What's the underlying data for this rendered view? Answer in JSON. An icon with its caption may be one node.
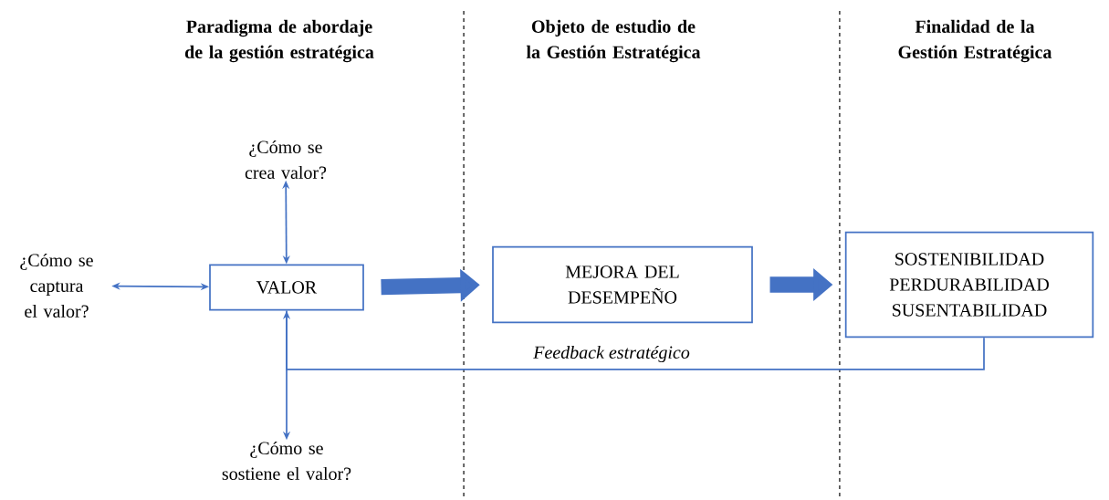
{
  "diagram": {
    "nodes": [
      {
        "text": [
          "¿Cómo se crea valor?"
        ]
      },
      {
        "text": [
          "¿Cómo se captura el valor?"
        ]
      },
      {
        "text": [
          "VALOR"
        ]
      },
      {
        "text": [
          "MEJORA DEL DESEMPEÑO"
        ]
      },
      {
        "text": [
          "SOSTENIBILIDAD PERDURABILIDAD SUSENTABILIDAD"
        ]
      },
      {
        "text": [
          "¿Cómo se sostiene el valor?"
        ]
      }
    ],
    "edges": [
      {
        "from": 2,
        "to": 0,
        "arrow": "both"
      },
      {
        "from": 2,
        "to": 1,
        "arrow": "both"
      },
      {
        "from": 2,
        "to": 5,
        "arrow": "to"
      },
      {
        "from": 2,
        "to": 3,
        "arrow": "to",
        "style": "thick"
      },
      {
        "from": 3,
        "to": 4,
        "arrow": "to",
        "style": "thick"
      },
      {
        "from": 4,
        "to": 2,
        "arrow": "to",
        "label": "Feedback estratégico"
      }
    ],
    "labels": [
      "Paradigma de abordaje de la gestión estratégica",
      "Objeto de estudio de la Gestión Estratégica",
      "Finalidad de la Gestión Estratégica"
    ]
  }
}
